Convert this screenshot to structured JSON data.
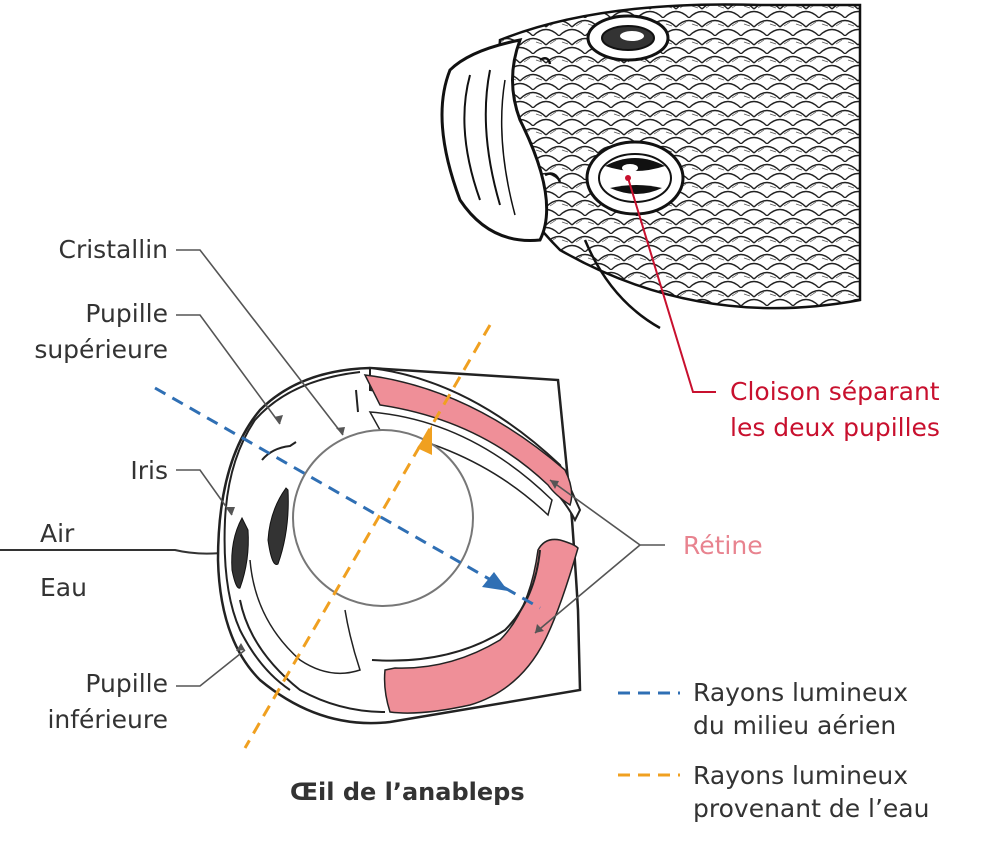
{
  "labels": {
    "cristallin": "Cristallin",
    "pupille_sup_1": "Pupille",
    "pupille_sup_2": "supérieure",
    "iris": "Iris",
    "air": "Air",
    "eau": "Eau",
    "pupille_inf_1": "Pupille",
    "pupille_inf_2": "inférieure",
    "retine": "Rétine",
    "cloison_1": "Cloison séparant",
    "cloison_2": "les deux pupilles",
    "caption": "Œil de l’anableps"
  },
  "legend": [
    {
      "line1": "Rayons lumineux",
      "line2": "du milieu aérien",
      "color": "#2f6fb4"
    },
    {
      "line1": "Rayons lumineux",
      "line2": "provenant de l’eau",
      "color": "#f0a020"
    }
  ],
  "colors": {
    "retina": "#ef8f98",
    "callout_red": "#c8102e",
    "air_ray": "#2f6fb4",
    "water_ray": "#f0a020"
  }
}
